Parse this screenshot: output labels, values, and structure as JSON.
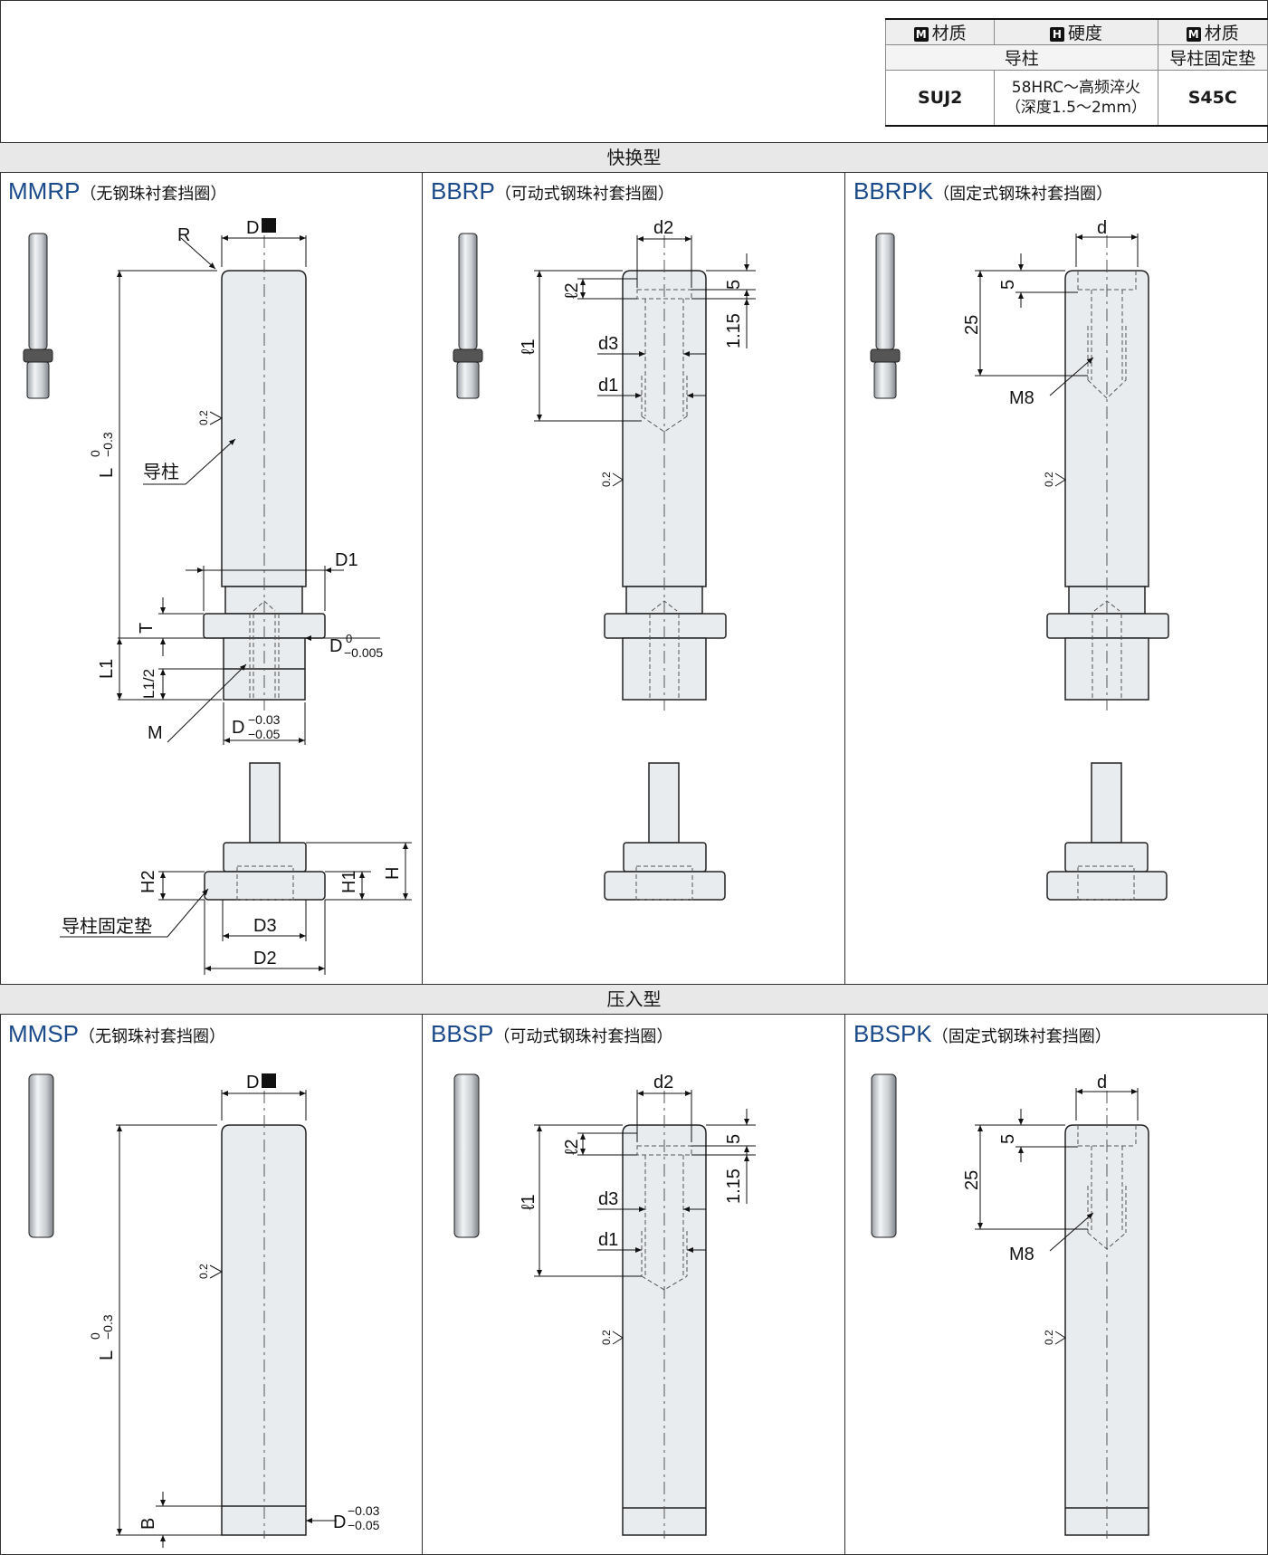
{
  "material_table": {
    "headers": [
      "材质",
      "硬度",
      "材质"
    ],
    "header_badges": [
      "M",
      "H",
      "M"
    ],
    "subheaders": [
      "导柱",
      "导柱固定垫"
    ],
    "values": [
      "SUJ2",
      "58HRC～高频淬火",
      "（深度1.5～2mm）",
      "S45C"
    ]
  },
  "sections": [
    "快换型",
    "压入型"
  ],
  "panels": [
    {
      "code": "MMRP",
      "desc": "（无钢珠衬套挡圈）"
    },
    {
      "code": "BBRP",
      "desc": "（可动式钢珠衬套挡圈）"
    },
    {
      "code": "BBRPK",
      "desc": "（固定式钢珠衬套挡圈）"
    },
    {
      "code": "MMSP",
      "desc": "（无钢珠衬套挡圈）"
    },
    {
      "code": "BBSP",
      "desc": "（可动式钢珠衬套挡圈）"
    },
    {
      "code": "BBSPK",
      "desc": "（固定式钢珠衬套挡圈）"
    }
  ],
  "labels": {
    "D": "D",
    "T_badge": "T",
    "R": "R",
    "L": "L",
    "L_tol_top": "0",
    "L_tol_bot": "−0.3",
    "guide_post": "导柱",
    "D1": "D1",
    "T": "T",
    "L1": "L1",
    "L1half": "L1/2",
    "D_tol_top": "0",
    "D_tol_bot": "−0.005",
    "M": "M",
    "D_tol2_top": "−0.03",
    "D_tol2_bot": "−0.05",
    "H": "H",
    "H1": "H1",
    "H2": "H2",
    "D3": "D3",
    "D2": "D2",
    "pad": "导柱固定垫",
    "d2": "d2",
    "l2": "ℓ2",
    "l1": "ℓ1",
    "d3": "d3",
    "d1": "d1",
    "five": "5",
    "one15": "1.15",
    "d": "d",
    "twentyfive": "25",
    "M8": "M8",
    "B": "B",
    "rough": "0.2"
  },
  "colors": {
    "accent": "#1a4a8a",
    "part_fill": "#e9ecef",
    "part_stroke": "#222"
  }
}
